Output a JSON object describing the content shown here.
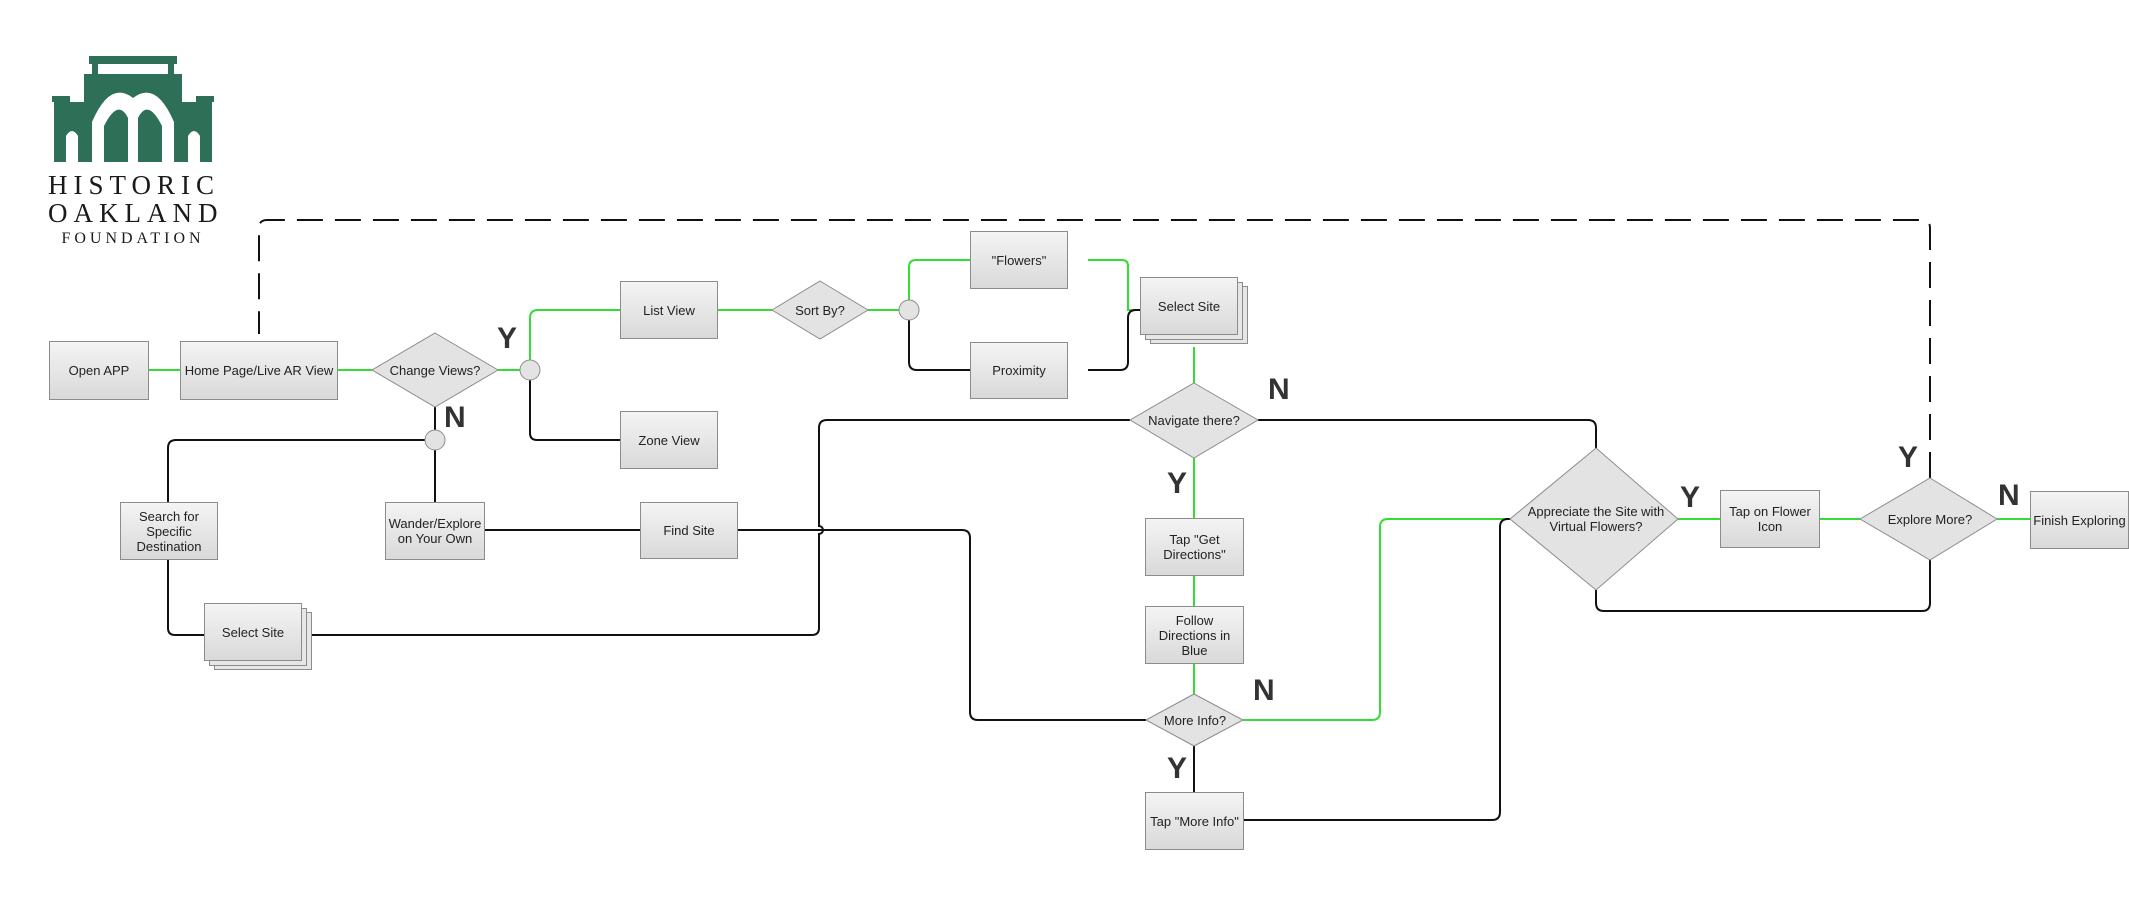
{
  "logo": {
    "line1": "HISTORIC",
    "line2": "OAKLAND",
    "line3": "FOUNDATION",
    "color": "#2e6f58"
  },
  "colors": {
    "yes_path": "#33dd33",
    "default_path": "#111111",
    "node_fill": "#e3e3e3",
    "node_border": "#8c8c8c"
  },
  "nodes": {
    "open_app": "Open APP",
    "home_page": "Home Page/Live AR View",
    "change_views": "Change Views?",
    "list_view": "List View",
    "zone_view": "Zone View",
    "sort_by": "Sort By?",
    "flowers": "\"Flowers\"",
    "proximity": "Proximity",
    "select_site_top": "Select Site",
    "navigate_there": "Navigate there?",
    "search_destination": "Search for Specific Destination",
    "wander_explore": "Wander/Explore on Your Own",
    "find_site": "Find Site",
    "select_site_bottom": "Select Site",
    "tap_get_directions": "Tap \"Get Directions\"",
    "follow_directions": "Follow Directions in Blue",
    "more_info": "More Info?",
    "tap_more_info": "Tap \"More Info\"",
    "appreciate_site": "Appreciate the Site with Virtual Flowers?",
    "tap_flower_icon": "Tap on Flower Icon",
    "explore_more": "Explore More?",
    "finish_exploring": "Finish Exploring"
  },
  "decision_labels": {
    "change_views_yes": "Y",
    "change_views_no": "N",
    "navigate_no": "N",
    "navigate_yes": "Y",
    "more_info_no": "N",
    "more_info_yes": "Y",
    "appreciate_yes": "Y",
    "explore_more_yes": "Y",
    "explore_more_no": "N"
  }
}
